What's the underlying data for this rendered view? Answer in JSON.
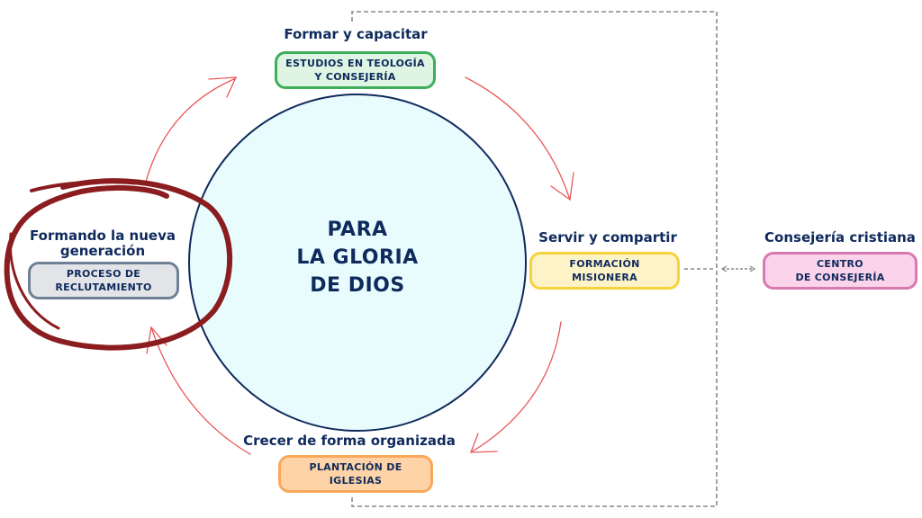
{
  "center": {
    "lines": [
      "PARA",
      "LA GLORIA",
      "DE DIOS"
    ],
    "fill": "#e8fcfe",
    "stroke": "#0f2a5c"
  },
  "nodes": {
    "top": {
      "heading": "Formar y capacitar",
      "box_lines": [
        "ESTUDIOS EN TEOLOGÍA",
        "Y CONSEJERÍA"
      ],
      "fill": "#dff5e3",
      "border": "#3fae5a"
    },
    "right": {
      "heading": "Servir y compartir",
      "box_lines": [
        "FORMACIÓN",
        "MISIONERA"
      ],
      "fill": "#fdf3c7",
      "border": "#f6d23c"
    },
    "bottom": {
      "heading": "Crecer de forma organizada",
      "box_lines": [
        "PLANTACIÓN DE",
        "IGLESIAS"
      ],
      "fill": "#fdd3a7",
      "border": "#fba75a"
    },
    "left": {
      "heading_lines": [
        "Formando la nueva",
        "generación"
      ],
      "box_lines": [
        "PROCESO DE",
        "RECLUTAMIENTO"
      ],
      "fill": "#e2e4e8",
      "border": "#6f7f96"
    },
    "far_right": {
      "heading": "Consejería cristiana",
      "box_lines": [
        "CENTRO",
        "DE CONSEJERÍA"
      ],
      "fill": "#fbd3ea",
      "border": "#d77ab0"
    }
  },
  "colors": {
    "cycle_arrow": "#e8585a",
    "highlight_circle": "#8b1c1f",
    "dashed_connector": "#8a8a8a",
    "text": "#0f2a5c"
  }
}
